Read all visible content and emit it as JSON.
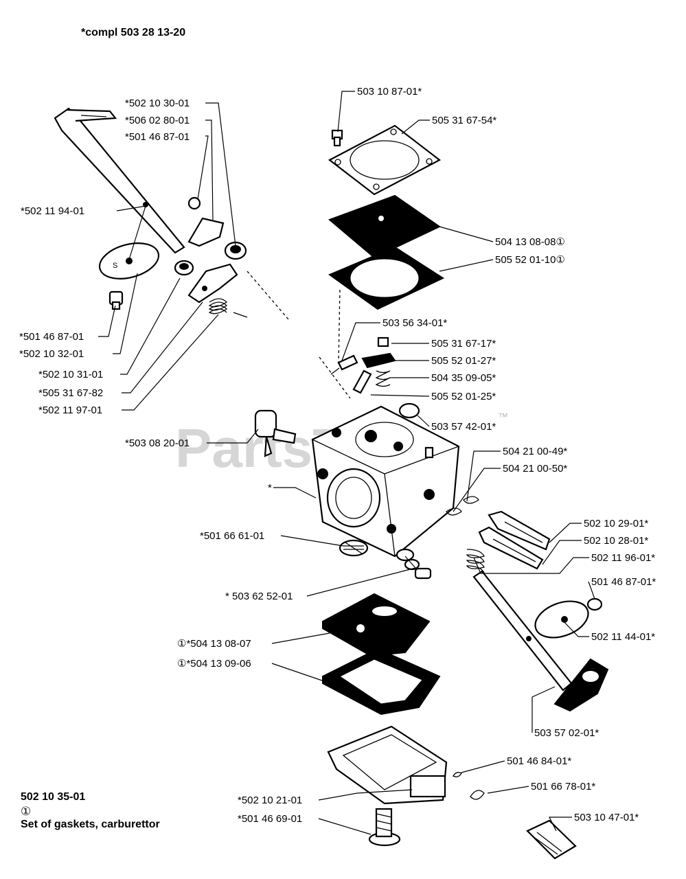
{
  "header": {
    "assembly_label": "*compl 503 28 13-20"
  },
  "watermark": {
    "text": "PartsTree",
    "tm": "™"
  },
  "legend": {
    "part_number": "502 10 35-01",
    "symbol": "①",
    "description": "Set of gaskets, carburettor"
  },
  "labels": {
    "l01": "*502 10 30-01",
    "l02": "*506 02 80-01",
    "l03": "*501 46 87-01",
    "l04": "*502 11 94-01",
    "l05": "*501 46 87-01",
    "l06": "*502 10 32-01",
    "l07": "*502 10 31-01",
    "l08": "*505 31 67-82",
    "l09": "*502 11 97-01",
    "l10": "*503 08 20-01",
    "l11": "*",
    "l12": "*501 66 61-01",
    "l13": "* 503 62 52-01",
    "l14": "①*504 13 08-07",
    "l15": "①*504 13 09-06",
    "l16": "*502 10 21-01",
    "l17": "*501 46 69-01",
    "l18": "503 10 87-01*",
    "l19": "505 31 67-54*",
    "l20": "504 13 08-08①",
    "l21": "505 52 01-10①",
    "l22": "503 56 34-01*",
    "l23": "505 31 67-17*",
    "l24": "505 52 01-27*",
    "l25": "504 35 09-05*",
    "l26": "505 52 01-25*",
    "l27": "503 57 42-01*",
    "l28": "504 21 00-49*",
    "l29": "504 21 00-50*",
    "l30": "502 10 29-01*",
    "l31": "502 10 28-01*",
    "l32": "502 11 96-01*",
    "l33": "501 46 87-01*",
    "l34": "502 11 44-01*",
    "l35": "503 57 02-01*",
    "l36": "501 46 84-01*",
    "l37": "501 66 78-01*",
    "l38": "503 10 47-01*"
  }
}
